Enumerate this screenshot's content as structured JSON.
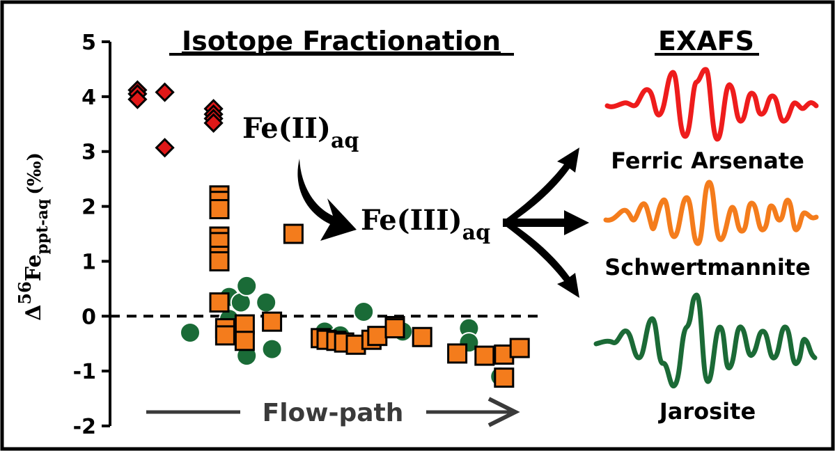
{
  "left_panel": {
    "title": "Isotope Fractionation",
    "flow_label": "Flow-path",
    "y_label": {
      "delta": "Δ",
      "superscript": "56",
      "element": "Fe",
      "subscript": "ppt-aq",
      "unit": "(‰)"
    }
  },
  "center_panel": {
    "species_1": {
      "base": "Fe(II)",
      "sub": "aq"
    },
    "species_2": {
      "base": "Fe(III)",
      "sub": "aq"
    }
  },
  "right_panel": {
    "title": "EXAFS",
    "spectra": [
      {
        "label": "Ferric Arsenate",
        "color": "#ee1c1c"
      },
      {
        "label": "Schwertmannite",
        "color": "#f47c1c"
      },
      {
        "label": "Jarosite",
        "color": "#1b6a36"
      }
    ]
  },
  "chart_data": {
    "type": "scatter",
    "ylim": [
      -2,
      5
    ],
    "xlim": [
      0,
      100
    ],
    "yticks": [
      "-2",
      "-1",
      "0",
      "1",
      "2",
      "3",
      "4",
      "5"
    ],
    "ytick_values": [
      -2,
      -1,
      0,
      1,
      2,
      3,
      4,
      5
    ],
    "reference_line_y": 0,
    "series": [
      {
        "marker": "diamond",
        "color": "#e01818",
        "points": [
          [
            4,
            4.12
          ],
          [
            4,
            4.05
          ],
          [
            4,
            3.95
          ],
          [
            11,
            4.08
          ],
          [
            11,
            3.07
          ],
          [
            23.5,
            3.78
          ],
          [
            23.5,
            3.68
          ],
          [
            23.5,
            3.6
          ],
          [
            23.5,
            3.52
          ]
        ]
      },
      {
        "marker": "circle",
        "color": "#1a6b37",
        "points": [
          [
            17.5,
            -0.3
          ],
          [
            27.5,
            0.35
          ],
          [
            27.5,
            -0.05
          ],
          [
            30.5,
            0.25
          ],
          [
            32,
            0.55
          ],
          [
            32,
            -0.72
          ],
          [
            37,
            0.25
          ],
          [
            38.5,
            -0.6
          ],
          [
            52,
            -0.28
          ],
          [
            56,
            -0.35
          ],
          [
            62,
            0.08
          ],
          [
            72,
            -0.28
          ],
          [
            89,
            -0.22
          ],
          [
            89,
            -0.48
          ],
          [
            97,
            -0.68
          ],
          [
            97,
            -1.1
          ]
        ]
      },
      {
        "marker": "square",
        "color": "#f47c1c",
        "points": [
          [
            25,
            2.2
          ],
          [
            25,
            2.1
          ],
          [
            25,
            1.95
          ],
          [
            25,
            1.45
          ],
          [
            25,
            1.35
          ],
          [
            25,
            1.1
          ],
          [
            25,
            1.0
          ],
          [
            25,
            0.25
          ],
          [
            26.5,
            -0.22
          ],
          [
            26.5,
            -0.35
          ],
          [
            31.5,
            -0.15
          ],
          [
            31.5,
            -0.45
          ],
          [
            38.5,
            -0.1
          ],
          [
            44,
            1.5
          ],
          [
            51,
            -0.4
          ],
          [
            52.5,
            -0.43
          ],
          [
            55,
            -0.45
          ],
          [
            57,
            -0.48
          ],
          [
            60,
            -0.52
          ],
          [
            64,
            -0.43
          ],
          [
            65.5,
            -0.36
          ],
          [
            70,
            -0.18
          ],
          [
            70,
            -0.22
          ],
          [
            77,
            -0.38
          ],
          [
            86,
            -0.68
          ],
          [
            93,
            -0.72
          ],
          [
            98,
            -0.7
          ],
          [
            98,
            -1.12
          ],
          [
            102,
            -0.58
          ]
        ]
      }
    ]
  }
}
